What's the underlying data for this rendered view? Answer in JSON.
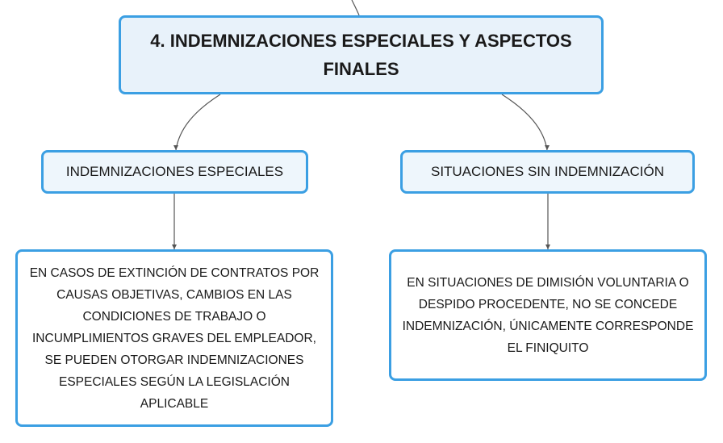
{
  "diagram": {
    "main_node": {
      "text": "4. INDEMNIZACIONES ESPECIALES Y ASPECTOS FINALES"
    },
    "branches": [
      {
        "title": "INDEMNIZACIONES ESPECIALES",
        "detail": "EN CASOS DE EXTINCIÓN DE CONTRATOS POR CAUSAS OBJETIVAS, CAMBIOS EN LAS CONDICIONES DE TRABAJO O INCUMPLIMIENTOS GRAVES DEL EMPLEADOR, SE PUEDEN OTORGAR INDEMNIZACIONES ESPECIALES SEGÚN LA LEGISLACIÓN APLICABLE"
      },
      {
        "title": "SITUACIONES SIN INDEMNIZACIÓN",
        "detail": "EN SITUACIONES DE DIMISIÓN VOLUNTARIA O DESPIDO PROCEDENTE, NO SE CONCEDE INDEMNIZACIÓN, ÚNICAMENTE CORRESPONDE EL FINIQUITO"
      }
    ]
  },
  "colors": {
    "node_border": "#3b9fe3",
    "node_fill": "#e9f3fb",
    "connector": "#555555"
  }
}
